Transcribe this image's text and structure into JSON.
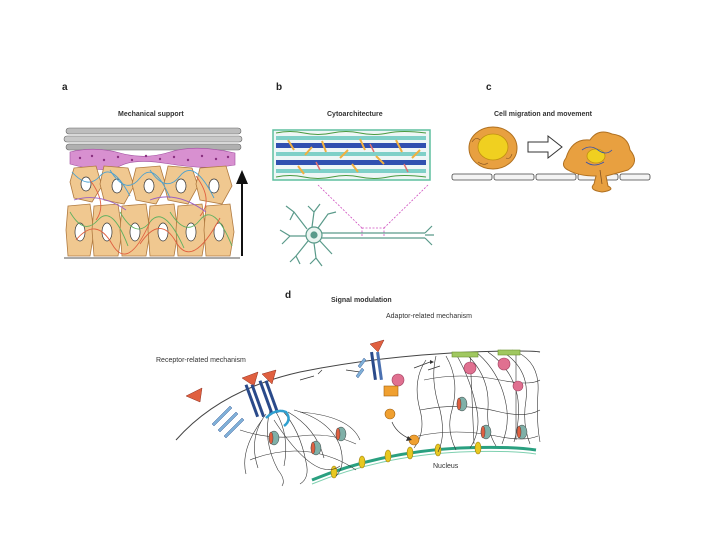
{
  "panels": {
    "a": {
      "letter": "a",
      "title": "Mechanical support"
    },
    "b": {
      "letter": "b",
      "title": "Cytoarchitecture"
    },
    "c": {
      "letter": "c",
      "title": "Cell migration and movement"
    },
    "d": {
      "letter": "d",
      "title": "Signal modulation",
      "adaptor_label": "Adaptor-related mechanism",
      "receptor_label": "Receptor-related mechanism",
      "nucleus_label": "Nucleus"
    }
  },
  "colors": {
    "cell_fill": "#f0c890",
    "cell_stroke": "#b07a40",
    "membrane_pink": "#d070c0",
    "keratin_gray": "#9a9a9a",
    "cyto_green": "#5fbf9f",
    "cyto_blue": "#3050b0",
    "neuron_teal": "#5a9a8a",
    "migrating_cell": "#e8a040",
    "nucleus_yellow": "#f0d020",
    "receptor_red": "#e06040",
    "receptor_blue": "#2a4a8a",
    "adaptor_pink": "#e07090",
    "bar_green": "#a0c860",
    "pore_yellow": "#e8c820",
    "nucleus_membrane": "#2aa080"
  }
}
